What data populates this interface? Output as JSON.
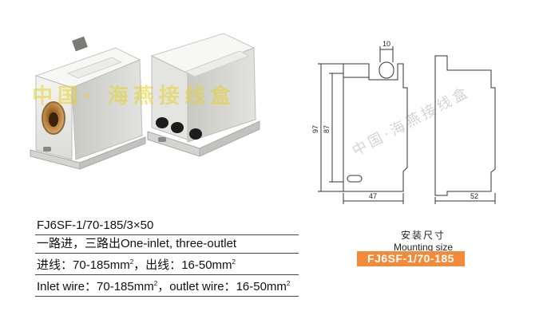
{
  "watermarks": {
    "photo": "中国· 海燕接线盒",
    "drawing": "中国·海燕接线盒"
  },
  "product_photo": {
    "icon": "terminal-block-illustration"
  },
  "drawing": {
    "dim_width_tab": "10",
    "dim_height_total": "97",
    "dim_height_inner": "87",
    "dim_width_front": "47",
    "dim_width_side": "52"
  },
  "specs": {
    "model": "FJ6SF-1/70-185/3×50",
    "config": "一路进，三路出One-inlet, three-outlet",
    "inlet_cn_label": "进线：",
    "inlet_cn_value": "70-185mm",
    "outlet_cn_label": "，出线：",
    "outlet_cn_value": "16-50mm",
    "sup": "2",
    "inlet_en_label": "Inlet wire：",
    "inlet_en_value": "70-185mm",
    "outlet_en_label": "，outlet wire：",
    "outlet_en_value": "16-50mm"
  },
  "mounting": {
    "title_cn": "安装尺寸",
    "title_en": "Mounting size",
    "model_badge": "FJ6SF-1/70-185"
  },
  "colors": {
    "badge_bg": "#f28a3a",
    "brass": "#c08a4a",
    "body": "#eeeeec"
  }
}
